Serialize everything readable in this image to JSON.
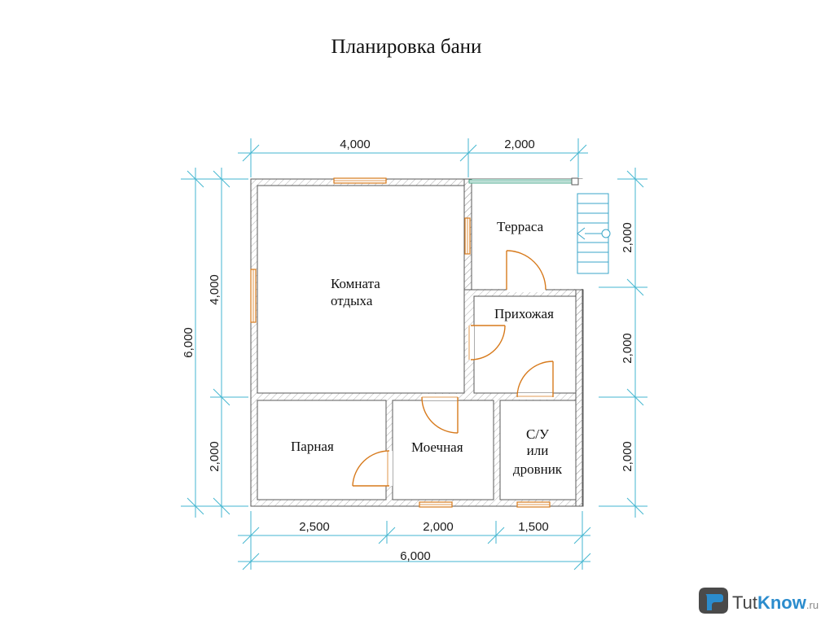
{
  "title": "Планировка бани",
  "rooms": {
    "rest": [
      "Комната",
      "отдыха"
    ],
    "terrace": "Терраса",
    "hallway": "Прихожая",
    "steam": "Парная",
    "washing": "Моечная",
    "wc": [
      "С/У",
      "или",
      "дровник"
    ]
  },
  "dimensions": {
    "top": [
      "4,000",
      "2,000"
    ],
    "bottom": [
      "2,500",
      "2,000",
      "1,500"
    ],
    "bottom_total": "6,000",
    "left_outer": "6,000",
    "left_inner": [
      "4,000",
      "2,000"
    ],
    "right": [
      "2,000",
      "2,000",
      "2,000"
    ]
  },
  "logo": {
    "text_dark": "Tut",
    "text_blue": "Know",
    "suffix": ".ru"
  },
  "colors": {
    "dimension": "#43b6d0",
    "door": "#d77a1c",
    "wall": "#ededed",
    "logo_blue": "#2b8ccd"
  }
}
